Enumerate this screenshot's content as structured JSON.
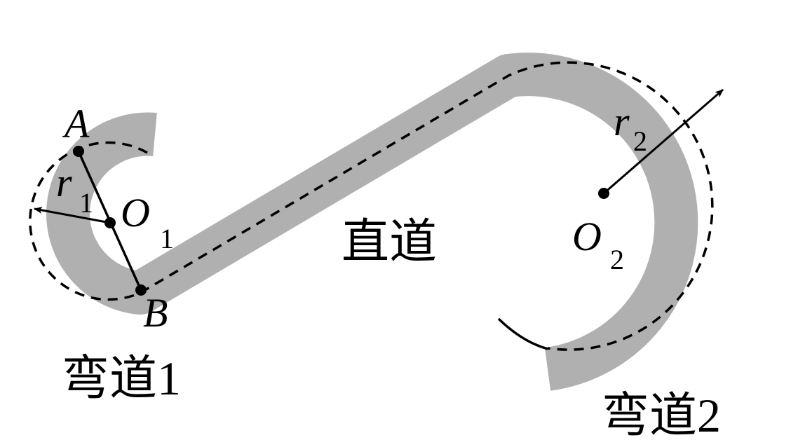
{
  "colors": {
    "track": "#b0b0b0",
    "line": "#000000",
    "background": "#ffffff"
  },
  "labels": {
    "point_a": "A",
    "point_b": "B",
    "center_1": "O",
    "center_1_sub": "1",
    "center_2": "O",
    "center_2_sub": "2",
    "radius_1": "r",
    "radius_1_sub": "1",
    "radius_2": "r",
    "radius_2_sub": "2",
    "straight_road": "直道",
    "curve_1": "弯道1",
    "curve_2": "弯道2"
  }
}
